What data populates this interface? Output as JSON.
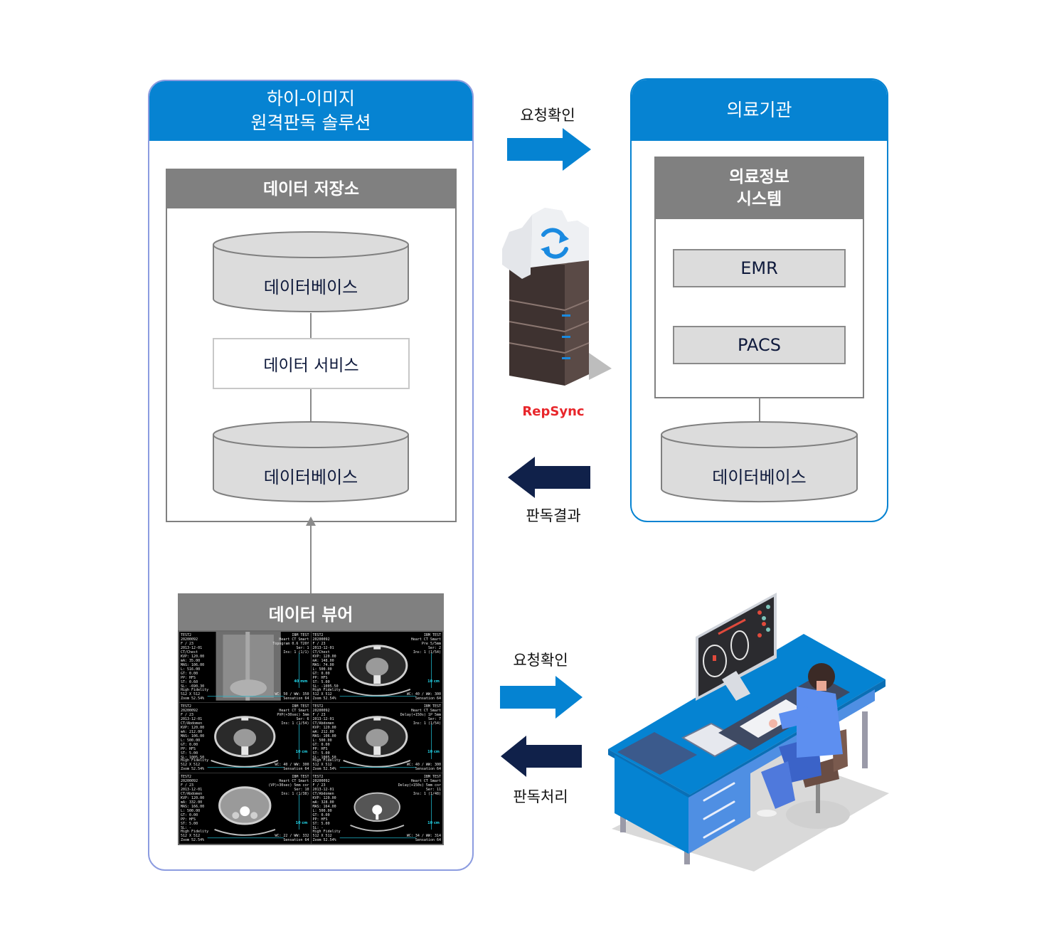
{
  "left_panel": {
    "title_line1": "하이-이미지",
    "title_line2": "원격판독 솔루션",
    "storage": {
      "title": "데이터 저장소",
      "db_top": "데이터베이스",
      "service": "데이터 서비스",
      "db_bottom": "데이터베이스"
    },
    "viewer": {
      "title": "데이터 뷰어",
      "cells": [
        {
          "left": "TEST2\n20200092\nF / 23\n2013-12-01\nCT/Chest\nKVP: 120.00\nmA: 35.00\nMAS: 106.00\nL: 516.00\nGT: 0.00\nPP: HFS\nST: 0.60\nSL: -690.30",
          "right": "IBM TEST\nHeart CT Smart\nTopogram 0.6 T20f\nSer: 1\nIns: 1 (1/1)",
          "bottom_left": "High Fidelity\n512 X 512\nZoom 52.54%",
          "bottom_right": "WC: 50 / WW: 350\nSensation 64",
          "scale": "40 mm",
          "kind": "topogram"
        },
        {
          "left": "TEST2\n20200092\nF / 23\n2013-12-01\nCT/Chest\nKVP: 120.00\nmA: 148.00\nMAS: 74.00\nL: 500.00\nGT: 0.00\nPP: HFS\nST: 5.00\nSL: -1005.50",
          "right": "IBM TEST\nHeart CT Smart\nPre 5/5mm\nSer: 2\nIns: 1 (1/54)",
          "bottom_left": "High Fidelity\n512 X 512\nZoom 52.54%",
          "bottom_right": "WC: 40 / WW: 300\nSensation 64",
          "scale": "10 cm",
          "kind": "chest"
        },
        {
          "left": "TEST2\n20200092\nF / 23\n2013-12-01\nCT/Abdomen\nKVP: 120.00\nmA: 212.00\nMAS: 106.00\nL: 500.00\nGT: 0.00\nPP: HFS\nST: 5.00\nSL: 1005.50",
          "right": "IBM TEST\nHeart CT Smart\nPVP(+30sec) 5mm\nSer: 6\nIns: 1 (1/54)",
          "bottom_left": "High Fidelity\n512 X 512\nZoom 52.54%",
          "bottom_right": "WC: 40 / WW: 300\nSensation 64",
          "scale": "10 cm",
          "kind": "chest"
        },
        {
          "left": "TEST2\n20200092\nF / 23\n2013-12-01\nCT/Abdomen\nKVP: 120.00\nmA: 212.00\nMAS: 106.00\nL: 500.00\nGT: 0.00\nPP: HFS\nST: 5.00\nSL: 1005.50",
          "right": "IBM TEST\nHeart CT Smart\nDelay(+150s) 1P 5mm\nSer: 7\nIns: 1 (1/54)",
          "bottom_left": "High Fidelity\n512 X 512\nZoom 52.54%",
          "bottom_right": "WC: 40 / WW: 300\nSensation 64",
          "scale": "10 cm",
          "kind": "chest"
        },
        {
          "left": "TEST2\n20200092\nF / 23\n2013-12-01\nCT/Abdomen\nKVP: 120.00\nmA: 332.00\nMAS: 166.00\nL: 500.00\nGT: 0.00\nPP: HFS\nST: 5.00\nSL: -",
          "right": "IBM TEST\nHeart CT Smart\n(VP)+30sec) 5mm cor\nSer: 10\nIns: 1 (1/38)",
          "bottom_left": "High Fidelity\n512 X 512\nZoom 52.54%",
          "bottom_right": "WC: 22 / WW: 332\nSensation 64",
          "scale": "10 cm",
          "kind": "abdomen"
        },
        {
          "left": "TEST2\n20200092\nF / 23\n2013-12-01\nCT/Abdomen\nKVP: 120.00\nmA: 328.00\nMAS: 164.00\nL: 500.00\nGT: 0.00\nPP: HFS\nST: 5.00\nSL: -",
          "right": "IBM TEST\nHeart CT Smart\nDelay(+150s) 5mm cor\nSer: 11\nIns: 1 (1/48)",
          "bottom_left": "High Fidelity\n512 X 512\nZoom 52.54%",
          "bottom_right": "WC: 34 / WW: 314\nSensation 64",
          "scale": "10 cm",
          "kind": "abdomen2"
        }
      ]
    }
  },
  "right_panel": {
    "title": "의료기관",
    "his": {
      "title_line1": "의료정보",
      "title_line2": "시스템",
      "items": [
        "EMR",
        "PACS"
      ]
    },
    "db": "데이터베이스"
  },
  "middle": {
    "top_request_label": "요청확인",
    "top_result_label": "판독결과",
    "repsync_label": "RepSync",
    "bottom_request_label": "요청확인",
    "bottom_process_label": "판독처리"
  },
  "colors": {
    "header_blue": "#0683d2",
    "arrow_blue": "#0583d2",
    "arrow_navy": "#10214a",
    "block_gray": "#808080",
    "repsync_red": "#e8262b"
  }
}
